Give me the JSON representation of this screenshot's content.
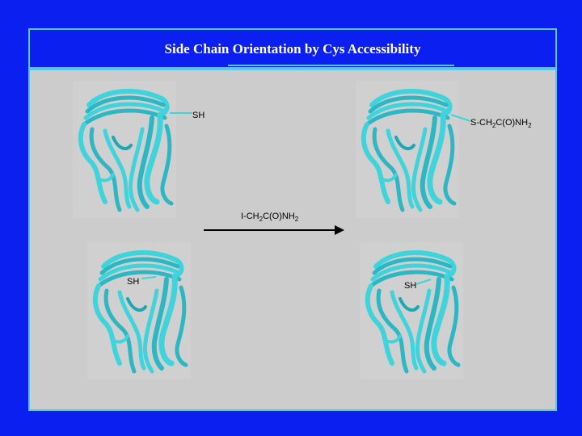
{
  "title": "Side Chain Orientation by Cys Accessibility",
  "labels": {
    "top_left": "SH",
    "top_right_main": "S-CH",
    "top_right_sub1": "2",
    "top_right_mid": "C(O)NH",
    "top_right_sub2": "2",
    "reagent_main": "I-CH",
    "reagent_sub1": "2",
    "reagent_mid": "C(O)NH",
    "reagent_sub2": "2",
    "bottom_left": "SH",
    "bottom_right": "SH"
  },
  "colors": {
    "background": "#0b1ff0",
    "panel": "#cccccc",
    "ribbon": "#3fd4dc",
    "ribbon_dark": "#1aa8b4",
    "text_title": "#ffffff"
  }
}
